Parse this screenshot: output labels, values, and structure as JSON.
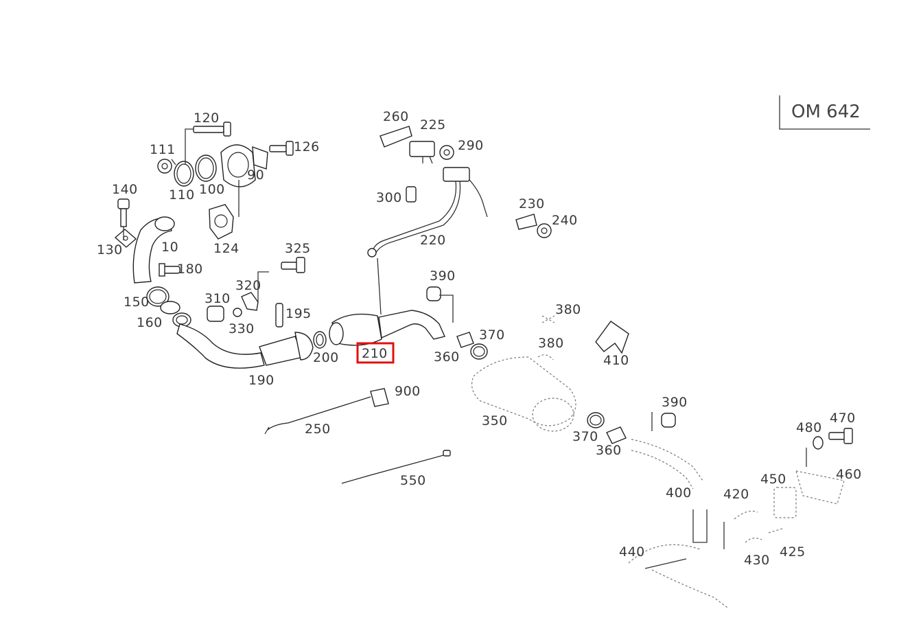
{
  "engine_label": "OM 642",
  "highlight_part": "210",
  "parts": {
    "p10": "10",
    "p90": "90",
    "p100": "100",
    "p110": "110",
    "p111": "111",
    "p120": "120",
    "p124": "124",
    "p126": "126",
    "p130": "130",
    "p140": "140",
    "p150": "150",
    "p160": "160",
    "p180": "180",
    "p190": "190",
    "p195": "195",
    "p200": "200",
    "p210": "210",
    "p220": "220",
    "p225": "225",
    "p230": "230",
    "p240": "240",
    "p250": "250",
    "p260": "260",
    "p290": "290",
    "p300": "300",
    "p310": "310",
    "p320": "320",
    "p325": "325",
    "p330": "330",
    "p350": "350",
    "p360a": "360",
    "p360b": "360",
    "p370a": "370",
    "p370b": "370",
    "p380a": "380",
    "p380b": "380",
    "p390a": "390",
    "p390b": "390",
    "p400": "400",
    "p410": "410",
    "p420": "420",
    "p425": "425",
    "p430": "430",
    "p440": "440",
    "p450": "450",
    "p460": "460",
    "p470": "470",
    "p480": "480",
    "p550": "550",
    "p900": "900"
  }
}
